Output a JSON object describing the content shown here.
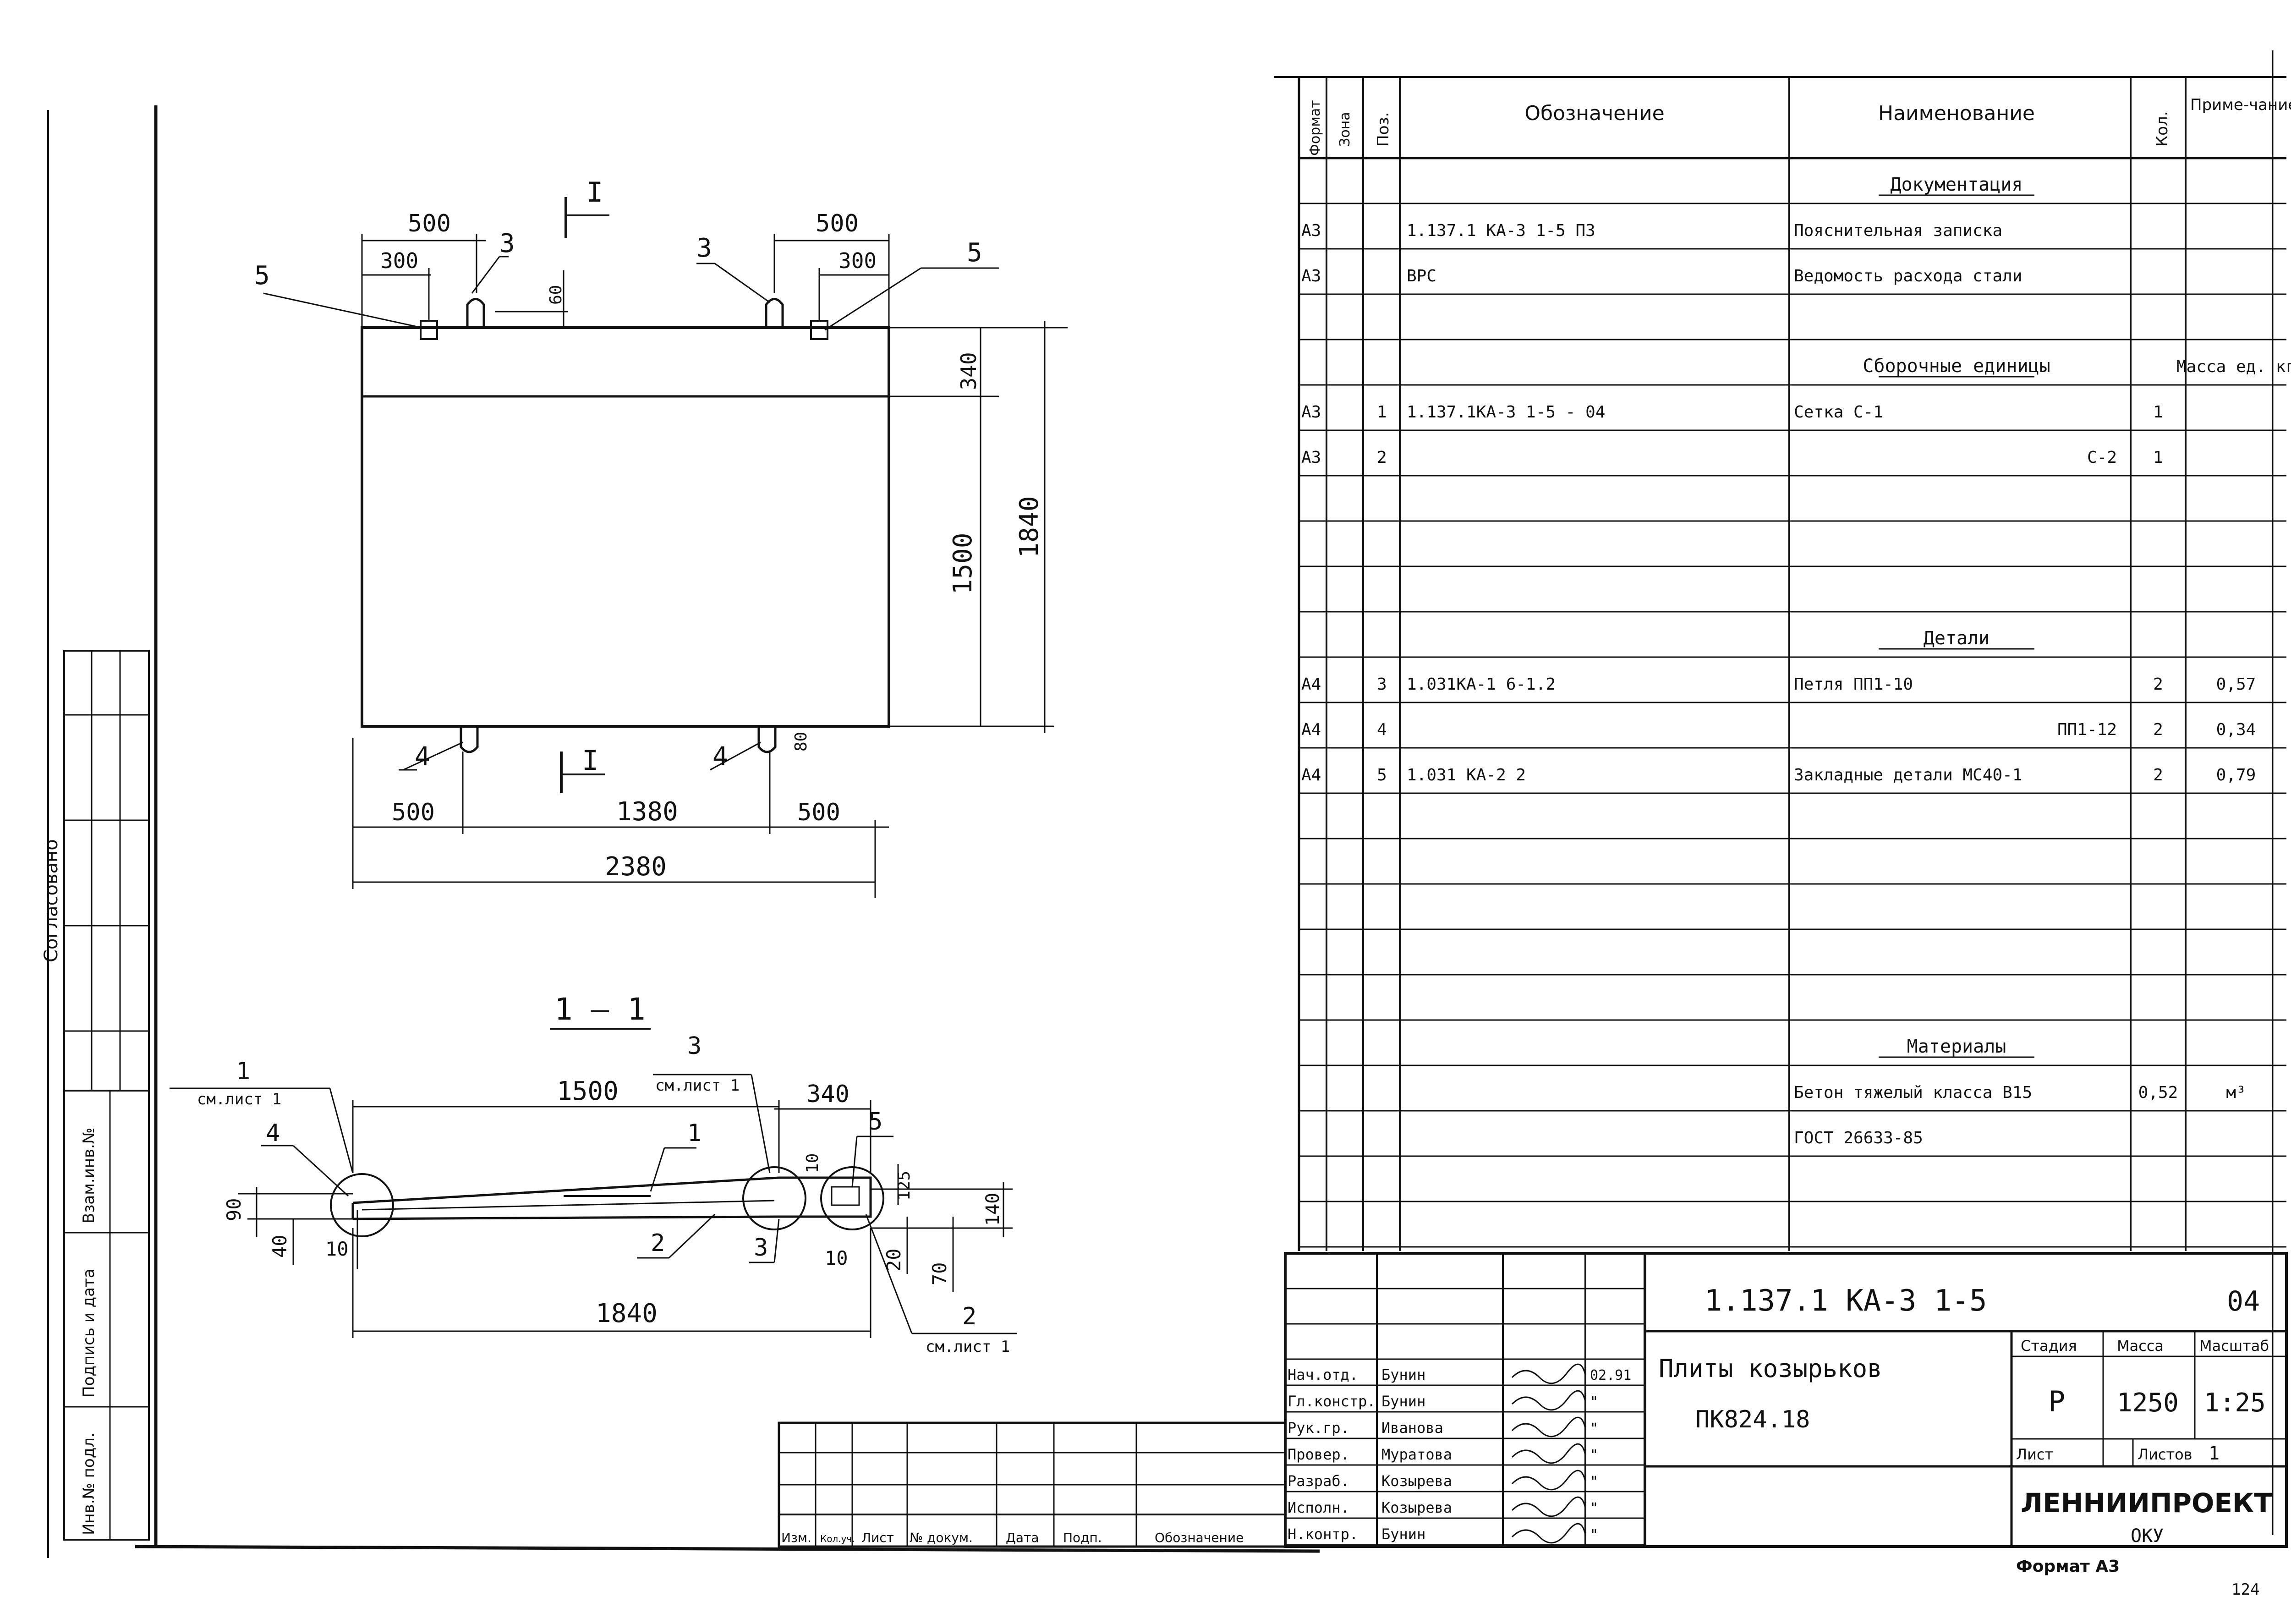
{
  "left_strip": {
    "soglasovano": "Согласовано",
    "vzam_inv": "Взам.инв.№",
    "podp_data": "Подпись и дата",
    "inv_podl": "Инв.№ подл."
  },
  "drawing": {
    "section_mark": "I",
    "section_title": "1 — 1",
    "plan_dims": {
      "top_left_500": "500",
      "top_left_300": "300",
      "top_right_500": "500",
      "top_right_300": "300",
      "right_340": "340",
      "right_1500": "1500",
      "right_1840": "1840",
      "right_small": "60",
      "bottom_500_left": "500",
      "bottom_1380": "1380",
      "bottom_500_right": "500",
      "bottom_2380": "2380",
      "bottom_small": "80"
    },
    "plan_callouts": {
      "c5_left": "5",
      "c3_left": "3",
      "c3_right": "3",
      "c5_right": "5",
      "c4_left": "4",
      "c4_right": "4"
    },
    "section_dims": {
      "d1500": "1500",
      "d340": "340",
      "d90": "90",
      "d40": "40",
      "d10a": "10",
      "d10b": "10",
      "d10c": "10",
      "d125": "125",
      "d20": "20",
      "d70": "70",
      "d140": "140",
      "d1840": "1840"
    },
    "section_callouts": {
      "c1_top": "1",
      "c1_top_sub": "см.лист 1",
      "c4": "4",
      "c3_top": "3",
      "c3_top_sub": "см.лист 1",
      "c1_mid": "1",
      "c5": "5",
      "c2_mid": "2",
      "c3_low": "3",
      "c2_low": "2",
      "c2_low_sub": "см.лист 1"
    }
  },
  "spec_table": {
    "headers": {
      "format": "Формат",
      "zone": "Зона",
      "pos": "Поз.",
      "designation": "Обозначение",
      "name": "Наименование",
      "qty": "Кол.",
      "note": "Приме-чание"
    },
    "rows": [
      {
        "format": "",
        "zone": "",
        "pos": "",
        "designation": "",
        "name": "Документация",
        "qty": "",
        "note": ""
      },
      {
        "format": "А3",
        "zone": "",
        "pos": "",
        "designation": "1.137.1 КА-3      1-5      ПЗ",
        "name": "Пояснительная записка",
        "qty": "",
        "note": ""
      },
      {
        "format": "А3",
        "zone": "",
        "pos": "",
        "designation": "ВРС",
        "name": "Ведомость расхода стали",
        "qty": "",
        "note": ""
      },
      {
        "format": "",
        "zone": "",
        "pos": "",
        "designation": "",
        "name": "",
        "qty": "",
        "note": ""
      },
      {
        "format": "",
        "zone": "",
        "pos": "",
        "designation": "",
        "name": "Сборочные единицы",
        "qty": "",
        "note": "Масса ед. кг"
      },
      {
        "format": "А3",
        "zone": "",
        "pos": "1",
        "designation": "1.137.1КА-3    1-5    - 04",
        "name": "Сетка            С-1",
        "qty": "1",
        "note": ""
      },
      {
        "format": "А3",
        "zone": "",
        "pos": "2",
        "designation": "",
        "name": "С-2",
        "qty": "1",
        "note": ""
      },
      {
        "format": "",
        "zone": "",
        "pos": "",
        "designation": "",
        "name": "",
        "qty": "",
        "note": ""
      },
      {
        "format": "",
        "zone": "",
        "pos": "",
        "designation": "",
        "name": "",
        "qty": "",
        "note": ""
      },
      {
        "format": "",
        "zone": "",
        "pos": "",
        "designation": "",
        "name": "",
        "qty": "",
        "note": ""
      },
      {
        "format": "",
        "zone": "",
        "pos": "",
        "designation": "",
        "name": "Детали",
        "qty": "",
        "note": ""
      },
      {
        "format": "А4",
        "zone": "",
        "pos": "3",
        "designation": "1.031КА-1  6-1.2",
        "name": "Петля          ПП1-10",
        "qty": "2",
        "note": "0,57"
      },
      {
        "format": "А4",
        "zone": "",
        "pos": "4",
        "designation": "",
        "name": "ПП1-12",
        "qty": "2",
        "note": "0,34"
      },
      {
        "format": "А4",
        "zone": "",
        "pos": "5",
        "designation": "1.031 КА-2    2",
        "name": "Закладные детали МС40-1",
        "qty": "2",
        "note": "0,79"
      },
      {
        "format": "",
        "zone": "",
        "pos": "",
        "designation": "",
        "name": "",
        "qty": "",
        "note": ""
      },
      {
        "format": "",
        "zone": "",
        "pos": "",
        "designation": "",
        "name": "",
        "qty": "",
        "note": ""
      },
      {
        "format": "",
        "zone": "",
        "pos": "",
        "designation": "",
        "name": "",
        "qty": "",
        "note": ""
      },
      {
        "format": "",
        "zone": "",
        "pos": "",
        "designation": "",
        "name": "",
        "qty": "",
        "note": ""
      },
      {
        "format": "",
        "zone": "",
        "pos": "",
        "designation": "",
        "name": "",
        "qty": "",
        "note": ""
      },
      {
        "format": "",
        "zone": "",
        "pos": "",
        "designation": "",
        "name": "Материалы",
        "qty": "",
        "note": ""
      },
      {
        "format": "",
        "zone": "",
        "pos": "",
        "designation": "",
        "name": "Бетон тяжелый класса В15",
        "qty": "0,52",
        "note": "м³"
      },
      {
        "format": "",
        "zone": "",
        "pos": "",
        "designation": "",
        "name": "ГОСТ 26633-85",
        "qty": "",
        "note": ""
      },
      {
        "format": "",
        "zone": "",
        "pos": "",
        "designation": "",
        "name": "",
        "qty": "",
        "note": ""
      },
      {
        "format": "",
        "zone": "",
        "pos": "",
        "designation": "",
        "name": "",
        "qty": "",
        "note": ""
      }
    ]
  },
  "title_block": {
    "doc_code": "1.137.1 КА-3      1-5",
    "sheet_code": "04",
    "title_line1": "Плиты    козырьков",
    "title_line2": "ПК824.18",
    "stage_label": "Стадия",
    "mass_label": "Масса",
    "scale_label": "Масштаб",
    "stage": "Р",
    "mass": "1250",
    "scale": "1:25",
    "sheet_label": "Лист",
    "sheets_label": "Листов",
    "sheets_count": "1",
    "org": "ЛЕННИИПРОЕКТ",
    "dept": "ОКУ",
    "format": "Формат А3",
    "page_num": "124",
    "signatures": [
      {
        "role": "Нач.отд.",
        "name": "Бунин",
        "date": "02.91"
      },
      {
        "role": "Гл.констр.",
        "name": "Бунин",
        "date": "\""
      },
      {
        "role": "Рук.гр.",
        "name": "Иванова",
        "date": "\""
      },
      {
        "role": "Провер.",
        "name": "Муратова",
        "date": "\""
      },
      {
        "role": "Разраб.",
        "name": "Козырева",
        "date": "\""
      },
      {
        "role": "Исполн.",
        "name": "Козырева",
        "date": "\""
      },
      {
        "role": "Н.контр.",
        "name": "Бунин",
        "date": "\""
      }
    ],
    "rev_headers": {
      "izm": "Изм.",
      "kol_uch": "Кол.уч.",
      "list": "Лист",
      "ndoc": "№ докум.",
      "date": "Дата",
      "podp": "Подп.",
      "oboznach": "Обозначение"
    }
  }
}
